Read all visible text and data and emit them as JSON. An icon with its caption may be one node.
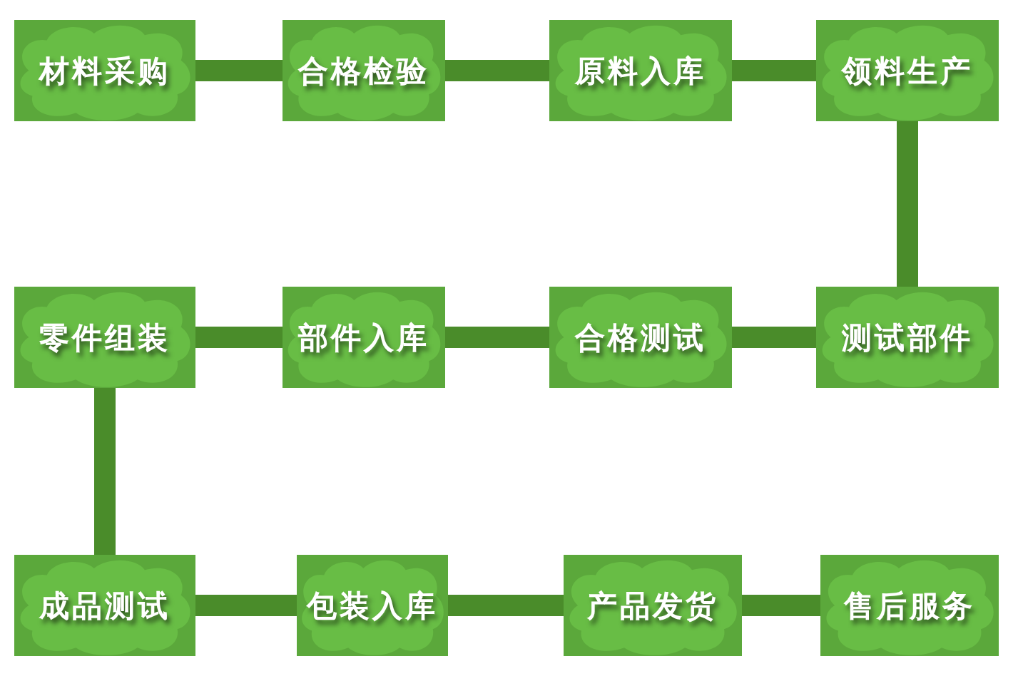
{
  "diagram": {
    "nodes": [
      {
        "text": [
          "材料采购"
        ]
      },
      {
        "text": [
          "合格检验"
        ]
      },
      {
        "text": [
          "原料入库"
        ]
      },
      {
        "text": [
          "领料生产"
        ]
      },
      {
        "text": [
          "零件组装"
        ]
      },
      {
        "text": [
          "部件入库"
        ]
      },
      {
        "text": [
          "合格测试"
        ]
      },
      {
        "text": [
          "测试部件"
        ]
      },
      {
        "text": [
          "成品测试"
        ]
      },
      {
        "text": [
          "包装入库"
        ]
      },
      {
        "text": [
          "产品发货"
        ]
      },
      {
        "text": [
          "售后服务"
        ]
      }
    ],
    "edges": [
      {
        "from": 0,
        "to": 1,
        "arrow": "none"
      },
      {
        "from": 1,
        "to": 2,
        "arrow": "none"
      },
      {
        "from": 2,
        "to": 3,
        "arrow": "none"
      },
      {
        "from": 3,
        "to": 7,
        "arrow": "none"
      },
      {
        "from": 7,
        "to": 6,
        "arrow": "none"
      },
      {
        "from": 6,
        "to": 5,
        "arrow": "none"
      },
      {
        "from": 5,
        "to": 4,
        "arrow": "none"
      },
      {
        "from": 4,
        "to": 8,
        "arrow": "none"
      },
      {
        "from": 8,
        "to": 9,
        "arrow": "none"
      },
      {
        "from": 9,
        "to": 10,
        "arrow": "none"
      },
      {
        "from": 10,
        "to": 11,
        "arrow": "none"
      }
    ]
  }
}
